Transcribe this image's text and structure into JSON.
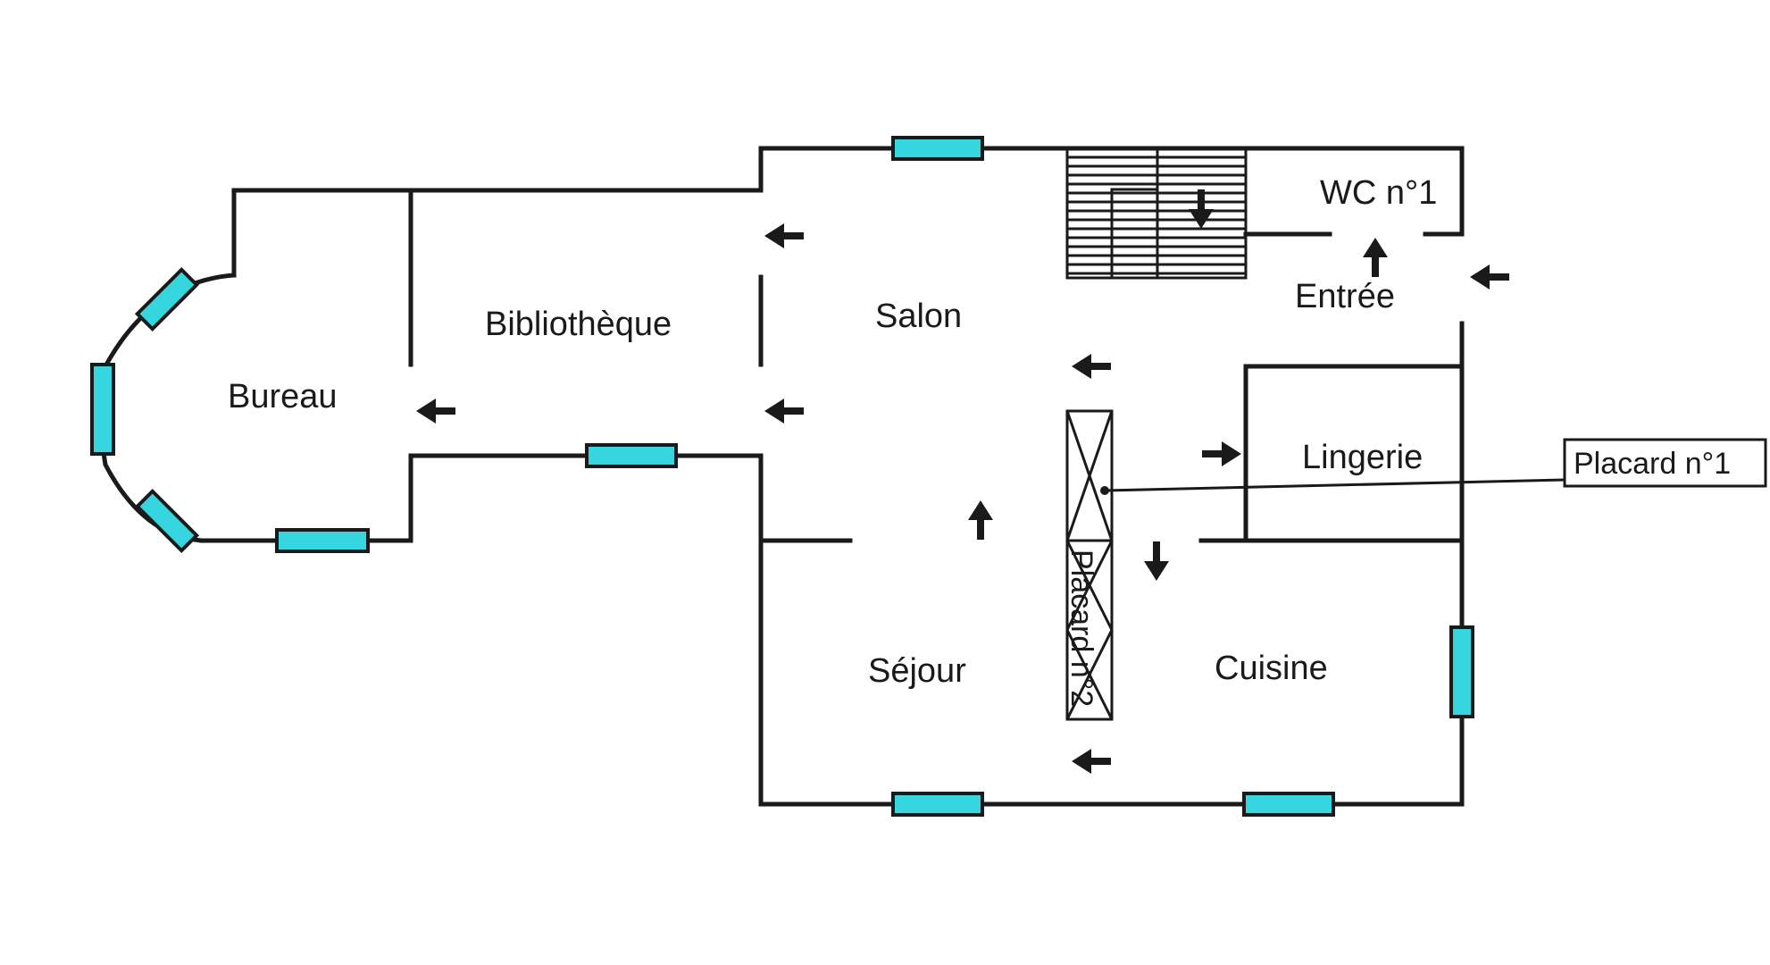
{
  "rooms": {
    "bureau": "Bureau",
    "bibliotheque": "Bibliothèque",
    "salon": "Salon",
    "wc": "WC n°1",
    "entree": "Entrée",
    "lingerie": "Lingerie",
    "sejour": "Séjour",
    "cuisine": "Cuisine"
  },
  "closets": {
    "placard1": "Placard n°1",
    "placard2": "Placard n°2"
  },
  "colors": {
    "window": "#35d6e0",
    "wall": "#1a1a1a"
  },
  "icons": [
    "arrow-left-icon",
    "arrow-up-icon",
    "arrow-down-icon",
    "arrow-right-icon",
    "window-icon"
  ]
}
